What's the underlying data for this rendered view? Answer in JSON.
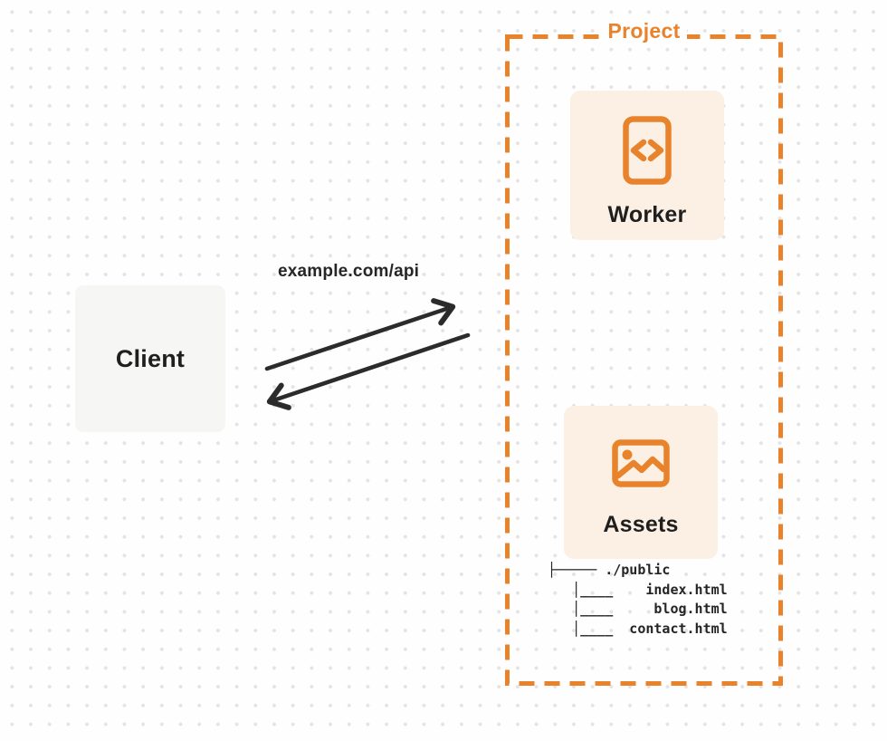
{
  "colors": {
    "accent_orange": "#E8832C",
    "card_background": "#FBF0E3",
    "client_background": "#F6F6F5",
    "ink": "#1F1F1F",
    "arrow": "#2B2B2B",
    "dot_grid": "#E4E4E4"
  },
  "client": {
    "label": "Client"
  },
  "request": {
    "label": "example.com/api"
  },
  "project": {
    "label": "Project",
    "worker": {
      "label": "Worker",
      "icon": "code-file-icon"
    },
    "assets": {
      "label": "Assets",
      "icon": "image-icon"
    },
    "file_tree": {
      "root": "./public",
      "files": [
        "index.html",
        "blog.html",
        "contact.html"
      ],
      "ascii": "├───── ./public\n   │____    index.html\n   │____     blog.html\n   │____  contact.html"
    }
  }
}
